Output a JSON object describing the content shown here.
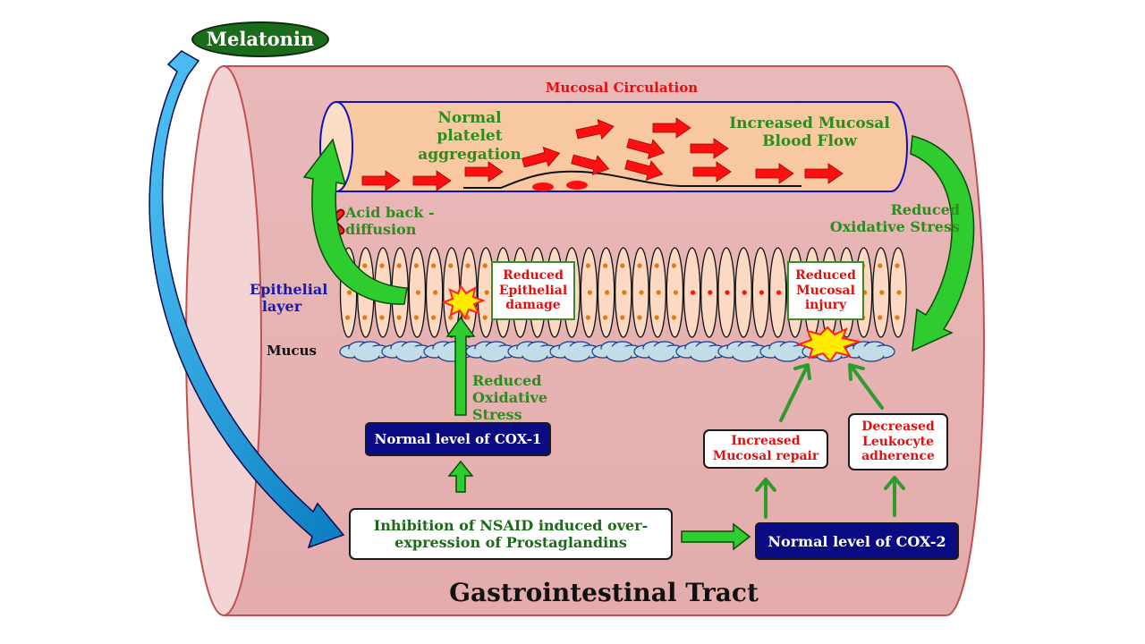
{
  "melatonin": "Melatonin",
  "tract_title": "Gastrointestinal Tract",
  "vessel": {
    "title": "Mucosal Circulation",
    "platelet": "Normal platelet aggregation",
    "blood_flow": "Increased Mucosal Blood Flow"
  },
  "acid_back_diffusion": "Acid back - diffusion",
  "reduced_oxidative_stress_top": "Reduced Oxidative Stress",
  "reduced_oxidative_stress_mid": "Reduced Oxidative Stress",
  "epithelial_layer": "Epithelial layer",
  "mucus": "Mucus",
  "reduced_epithelial_damage": "Reduced Epithelial damage",
  "reduced_mucosal_injury": "Reduced Mucosal injury",
  "cox1": "Normal level of COX-1",
  "cox2": "Normal level  of COX-2",
  "inhibition": "Inhibition of  NSAID induced over-expression of Prostaglandins",
  "mucosal_repair": "Increased Mucosal repair",
  "leukocyte": "Decreased Leukocyte adherence",
  "colors": {
    "tract": "#e8b5b5",
    "tract_outline": "#c05050",
    "vessel": "#f8c8a0",
    "vessel_outline": "#1010c0",
    "arrow_green": "#2ecc2e",
    "arrow_blue": "#1aa0e0",
    "flow_arrow": "#ff1010",
    "navy": "#0a0a82",
    "label_green": "#2e8b20",
    "label_red": "#e01010"
  },
  "icons": [
    "x-mark-icon",
    "starburst-icon",
    "flow-arrow-icon",
    "platelet-icon"
  ]
}
